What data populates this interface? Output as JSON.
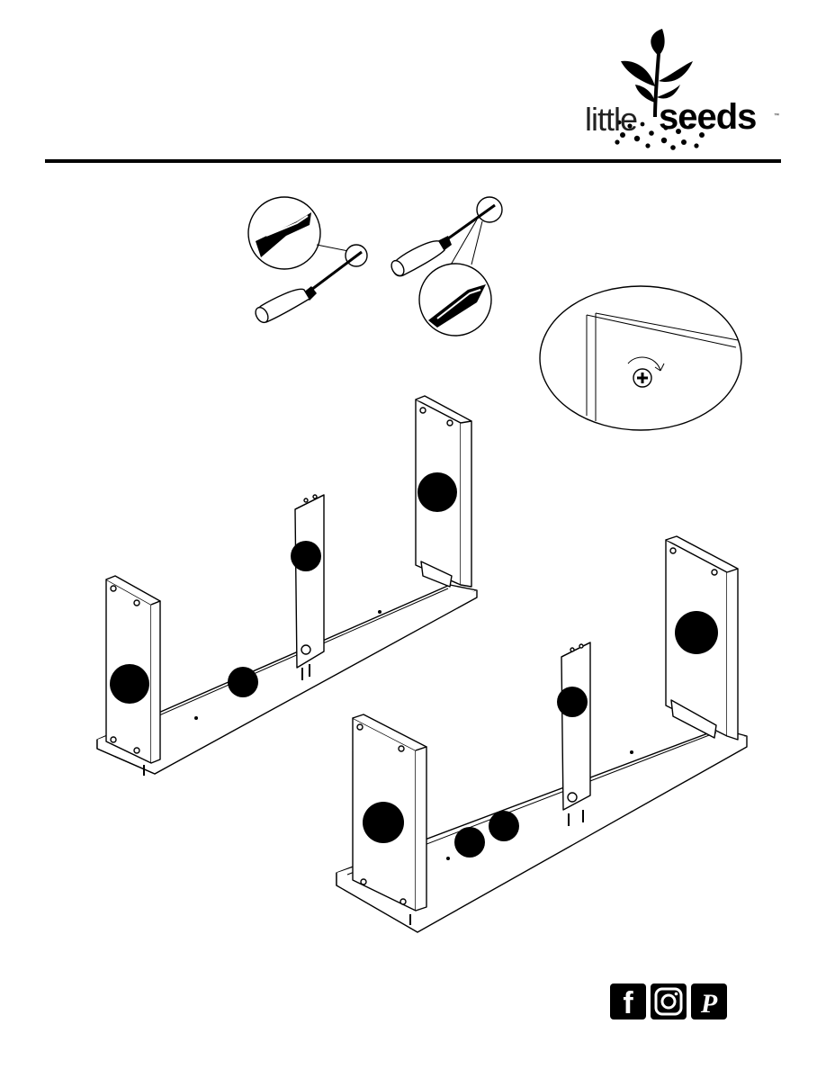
{
  "logo": {
    "word_light": "little",
    "word_bold": "seeds",
    "trademark": "™"
  },
  "social": {
    "icons": [
      "facebook-icon",
      "instagram-icon",
      "pinterest-icon"
    ],
    "facebook_glyph": "f",
    "pinterest_glyph": "P"
  },
  "colors": {
    "ink": "#000000",
    "paper": "#ffffff"
  }
}
